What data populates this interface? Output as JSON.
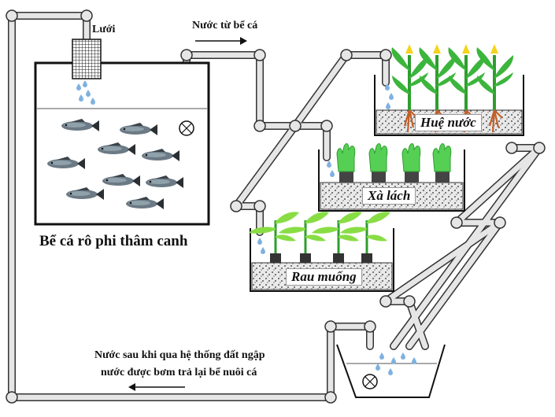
{
  "labels": {
    "mesh": "Lưới",
    "flow_from_tank": "Nước từ bể cá",
    "fish_tank": "Bể cá rô phi thâm canh",
    "return_line1": "Nước sau khi qua hệ thống đất ngập",
    "return_line2": "nước được bơm trả lại bể nuôi cá"
  },
  "beds": {
    "top": "Huệ nước",
    "middle": "Xà lách",
    "bottom": "Rau muống"
  },
  "icons": {
    "fish": "fish-icon",
    "pump": "pump-icon",
    "arrow": "arrow-icon"
  },
  "colors": {
    "pipe": "#e6e6e6",
    "pipe_outline": "#333333",
    "water_drop": "#7fb1e0",
    "leaf": "#3cb53c",
    "lettuce": "#55d055",
    "root": "#c0602a",
    "flower": "#f5d31c",
    "gravel": "#d9d9d9"
  }
}
